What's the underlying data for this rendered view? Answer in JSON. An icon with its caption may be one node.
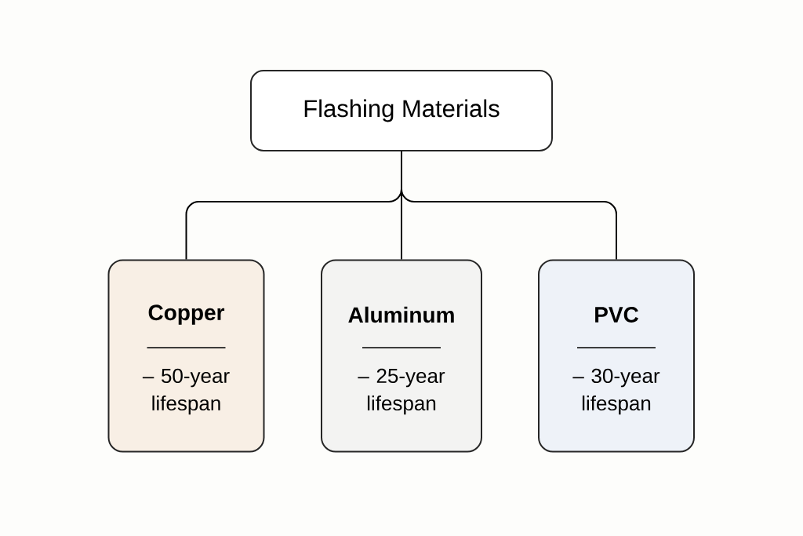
{
  "diagram": {
    "nodes": [
      {
        "text": [
          "Flashing Materials"
        ]
      },
      {
        "text": [
          "Copper",
          "– 50-year lifespan"
        ]
      },
      {
        "text": [
          "Aluminum",
          "– 25-year lifespan"
        ]
      },
      {
        "text": [
          "PVC",
          "– 30-year lifespan"
        ]
      }
    ],
    "edges": [
      {
        "from": 0,
        "to": 1,
        "arrow": "none"
      },
      {
        "from": 0,
        "to": 2,
        "arrow": "none"
      },
      {
        "from": 0,
        "to": 3,
        "arrow": "none"
      }
    ]
  }
}
